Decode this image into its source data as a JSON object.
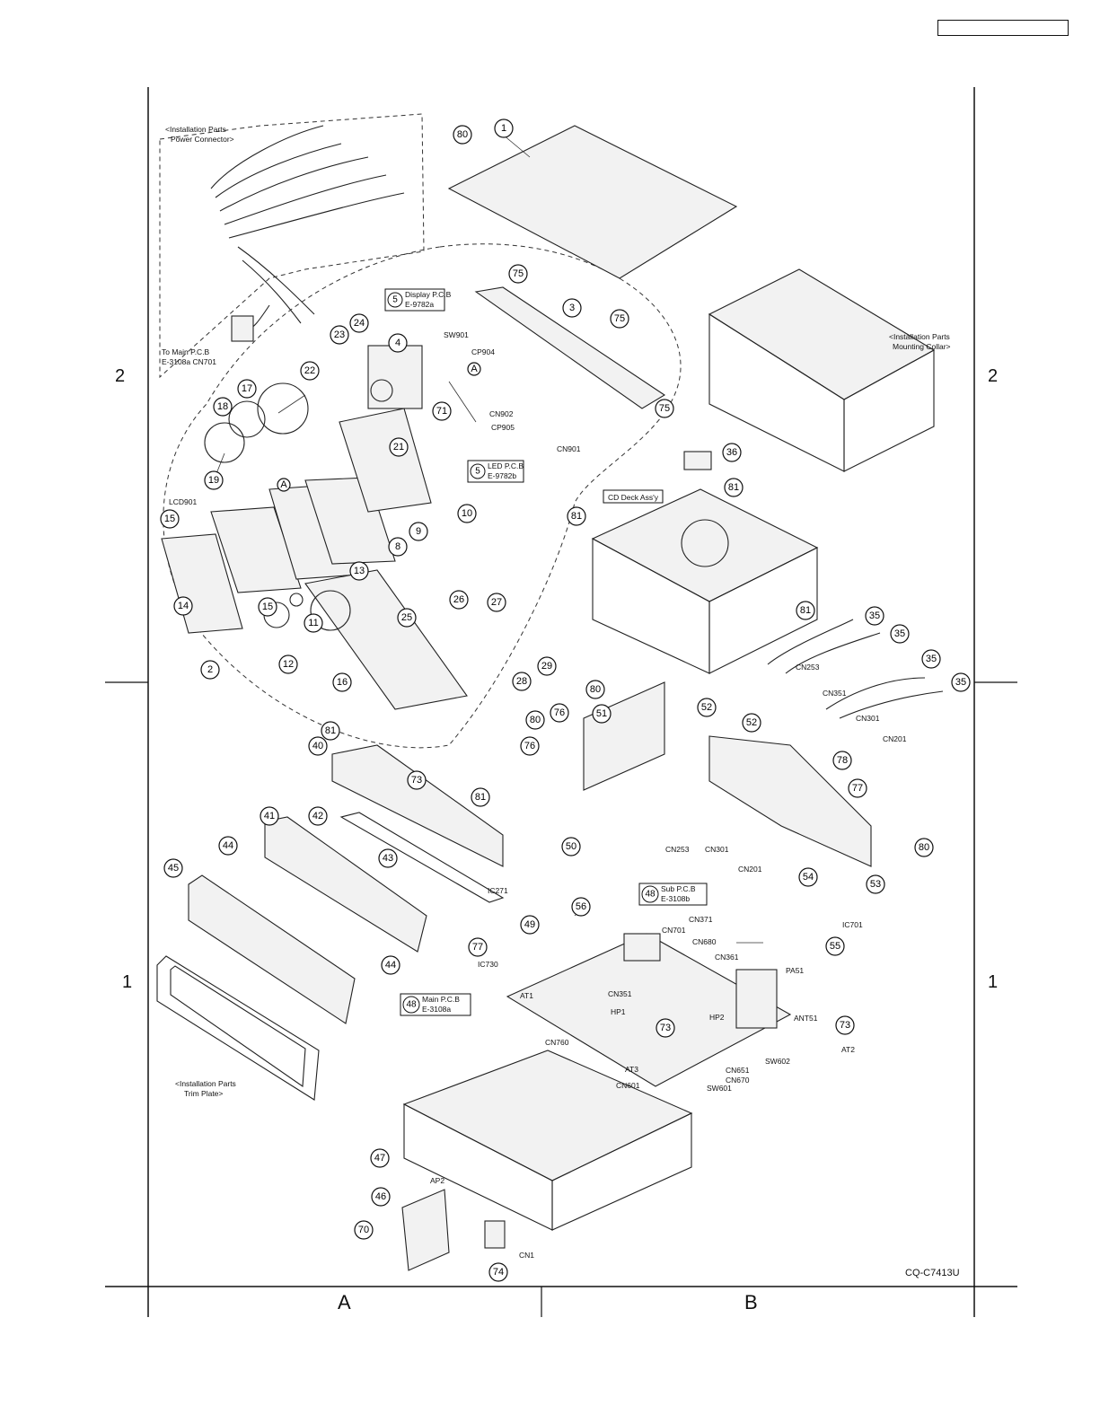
{
  "header_box_text": "",
  "frame": {
    "row_labels": [
      {
        "id": "row-2-left",
        "text": "2"
      },
      {
        "id": "row-2-right",
        "text": "2"
      },
      {
        "id": "row-1-left",
        "text": "1"
      },
      {
        "id": "row-1-right",
        "text": "1"
      }
    ],
    "column_labels": [
      {
        "id": "col-a",
        "text": "A"
      },
      {
        "id": "col-b",
        "text": "B"
      }
    ],
    "model": "CQ-C7413U"
  },
  "notes": {
    "power_connector": [
      "<Installation Parts",
      "Power Connector>"
    ],
    "to_main_pcb": [
      "To Main P.C.B",
      "E-3108a CN701"
    ],
    "mounting_collar": [
      "<Installation Parts",
      "Mounting Collar>"
    ],
    "trim_plate": [
      "<Installation Parts",
      "Trim Plate>"
    ],
    "cd_deck": "CD Deck Ass'y"
  },
  "boards": {
    "display_pcb": {
      "num": "5",
      "lines": [
        "Display P.C.B",
        "E-9782a"
      ]
    },
    "led_pcb": {
      "num": "5",
      "lines": [
        "LED P.C.B",
        "E-9782b"
      ]
    },
    "sub_pcb": {
      "num": "48",
      "lines": [
        "Sub P.C.B",
        "E-3108b"
      ]
    },
    "main_pcb": {
      "num": "48",
      "lines": [
        "Main P.C.B",
        "E-3108a"
      ]
    }
  },
  "callouts": [
    "80",
    "1",
    "75",
    "3",
    "75",
    "75",
    "24",
    "4",
    "23",
    "22",
    "17",
    "18",
    "19",
    "71",
    "21",
    "10",
    "9",
    "8",
    "13",
    "15",
    "14",
    "15",
    "11",
    "12",
    "16",
    "2",
    "25",
    "26",
    "27",
    "28",
    "29",
    "36",
    "81",
    "81",
    "81",
    "35",
    "35",
    "35",
    "35",
    "52",
    "52",
    "78",
    "77",
    "80",
    "54",
    "53",
    "80",
    "51",
    "80",
    "76",
    "76",
    "81",
    "40",
    "73",
    "81",
    "42",
    "41",
    "44",
    "43",
    "45",
    "44",
    "50",
    "56",
    "49",
    "77",
    "47",
    "46",
    "70",
    "74",
    "55",
    "73",
    "73"
  ],
  "connector_labels": [
    "LCD901",
    "SW901",
    "CP904",
    "CN902",
    "CP905",
    "CN901",
    "CN253",
    "CN351",
    "CN301",
    "CN201",
    "IC271",
    "IC730",
    "AT1",
    "CN253",
    "CN301",
    "CN201",
    "CN371",
    "IC701",
    "CN701",
    "CN680",
    "CN361",
    "PA51",
    "CN351",
    "HP1",
    "HP2",
    "ANT51",
    "AT2",
    "CN760",
    "AT3",
    "CN601",
    "CN651",
    "CN670",
    "SW602",
    "SW601",
    "AP2",
    "CN1"
  ],
  "marker": "A"
}
